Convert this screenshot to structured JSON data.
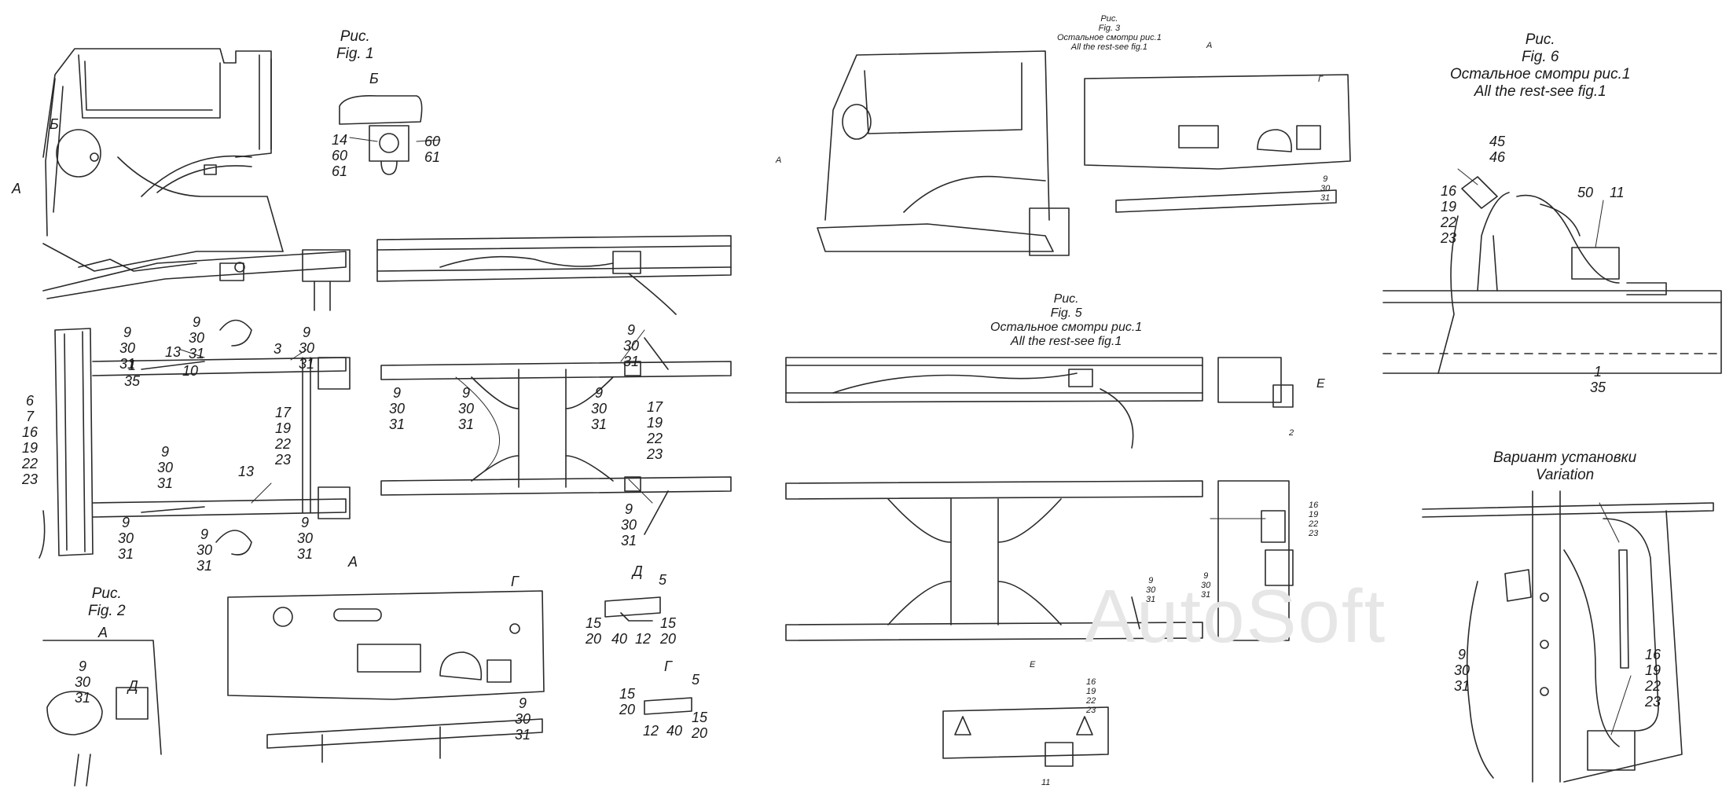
{
  "fig1": {
    "caption": [
      "Рис.",
      "Fig.",
      "1"
    ],
    "view_b_letter": "Б",
    "arrow_a": "А",
    "label_b": "Б",
    "view_a": "А",
    "inset": {
      "l1": "14",
      "l2": "60",
      "l3": "61",
      "r1": "60",
      "r2": "61"
    },
    "frame": {
      "top_a": [
        "9",
        "30",
        "31"
      ],
      "top_b": [
        "9",
        "30",
        "31"
      ],
      "top_c": [
        "9",
        "30",
        "31"
      ],
      "l13a": "13",
      "l3": "3",
      "l10": "10",
      "left_1_35": [
        "1",
        "35"
      ],
      "left_group": [
        "6",
        "7",
        "16",
        "19",
        "22",
        "23"
      ],
      "mid_17": [
        "17",
        "19",
        "22",
        "23"
      ],
      "mid_9": [
        "9",
        "30",
        "31"
      ],
      "l13b": "13",
      "bot_a": [
        "9",
        "30",
        "31"
      ],
      "bot_b": [
        "9",
        "30",
        "31"
      ],
      "bot_c": [
        "9",
        "30",
        "31"
      ]
    },
    "frame_right": {
      "top_r": [
        "9",
        "30",
        "31"
      ],
      "l1": [
        "9",
        "30",
        "31"
      ],
      "l2": [
        "9",
        "30",
        "31"
      ],
      "m1": [
        "9",
        "30",
        "31"
      ],
      "r17": [
        "17",
        "19",
        "22",
        "23"
      ],
      "bot_r": [
        "9",
        "30",
        "31"
      ]
    }
  },
  "fig2": {
    "caption": [
      "Рис.",
      "Fig.",
      "2"
    ],
    "view_a": "А",
    "l9": [
      "9",
      "30",
      "31"
    ],
    "d_letter": "Д",
    "g_arrow": "Г",
    "right9": [
      "9",
      "30",
      "31"
    ]
  },
  "detail_d": {
    "title": "Д",
    "l5": "5",
    "left": [
      "15",
      "20"
    ],
    "l40": "40",
    "l12": "12",
    "right": [
      "15",
      "20"
    ]
  },
  "detail_g": {
    "title": "Г",
    "l5": "5",
    "left": [
      "15",
      "20"
    ],
    "l12": "12",
    "l40": "40",
    "right": [
      "15",
      "20"
    ]
  },
  "fig3": {
    "caption": [
      "Рис.",
      "Fig.",
      "3"
    ],
    "rest_ru": "Остальное смотри рис.1",
    "rest_en": "All the rest-see fig.1",
    "view_a": "А",
    "arrow_a": "А",
    "g_letter": "Г",
    "l9": [
      "9",
      "30",
      "31"
    ]
  },
  "fig5": {
    "caption": [
      "Рис.",
      "Fig.",
      "5"
    ],
    "rest_ru": "Остальное смотри рис.1",
    "rest_en": "All the rest-see fig.1",
    "e_arrow": "Е",
    "l2": "2",
    "r16": [
      "16",
      "19",
      "22",
      "23"
    ],
    "l9a": [
      "9",
      "30",
      "31"
    ],
    "l9b": [
      "9",
      "30",
      "31"
    ],
    "e_letter": "Е",
    "e16": [
      "16",
      "19",
      "22",
      "23"
    ],
    "l11": "11"
  },
  "fig6": {
    "caption": [
      "Рис.",
      "Fig.",
      "6"
    ],
    "rest_ru": "Остальное смотри рис.1",
    "rest_en": "All the rest-see fig.1",
    "l45": [
      "45",
      "46"
    ],
    "l16": [
      "16",
      "19",
      "22",
      "23"
    ],
    "l50": "50",
    "l11": "11",
    "l1": [
      "1",
      "35"
    ]
  },
  "variation": {
    "title_ru": "Вариант установки",
    "title_en": "Variation",
    "l9": [
      "9",
      "30",
      "31"
    ],
    "l16": [
      "16",
      "19",
      "22",
      "23"
    ]
  },
  "watermark": "AutoSoft"
}
